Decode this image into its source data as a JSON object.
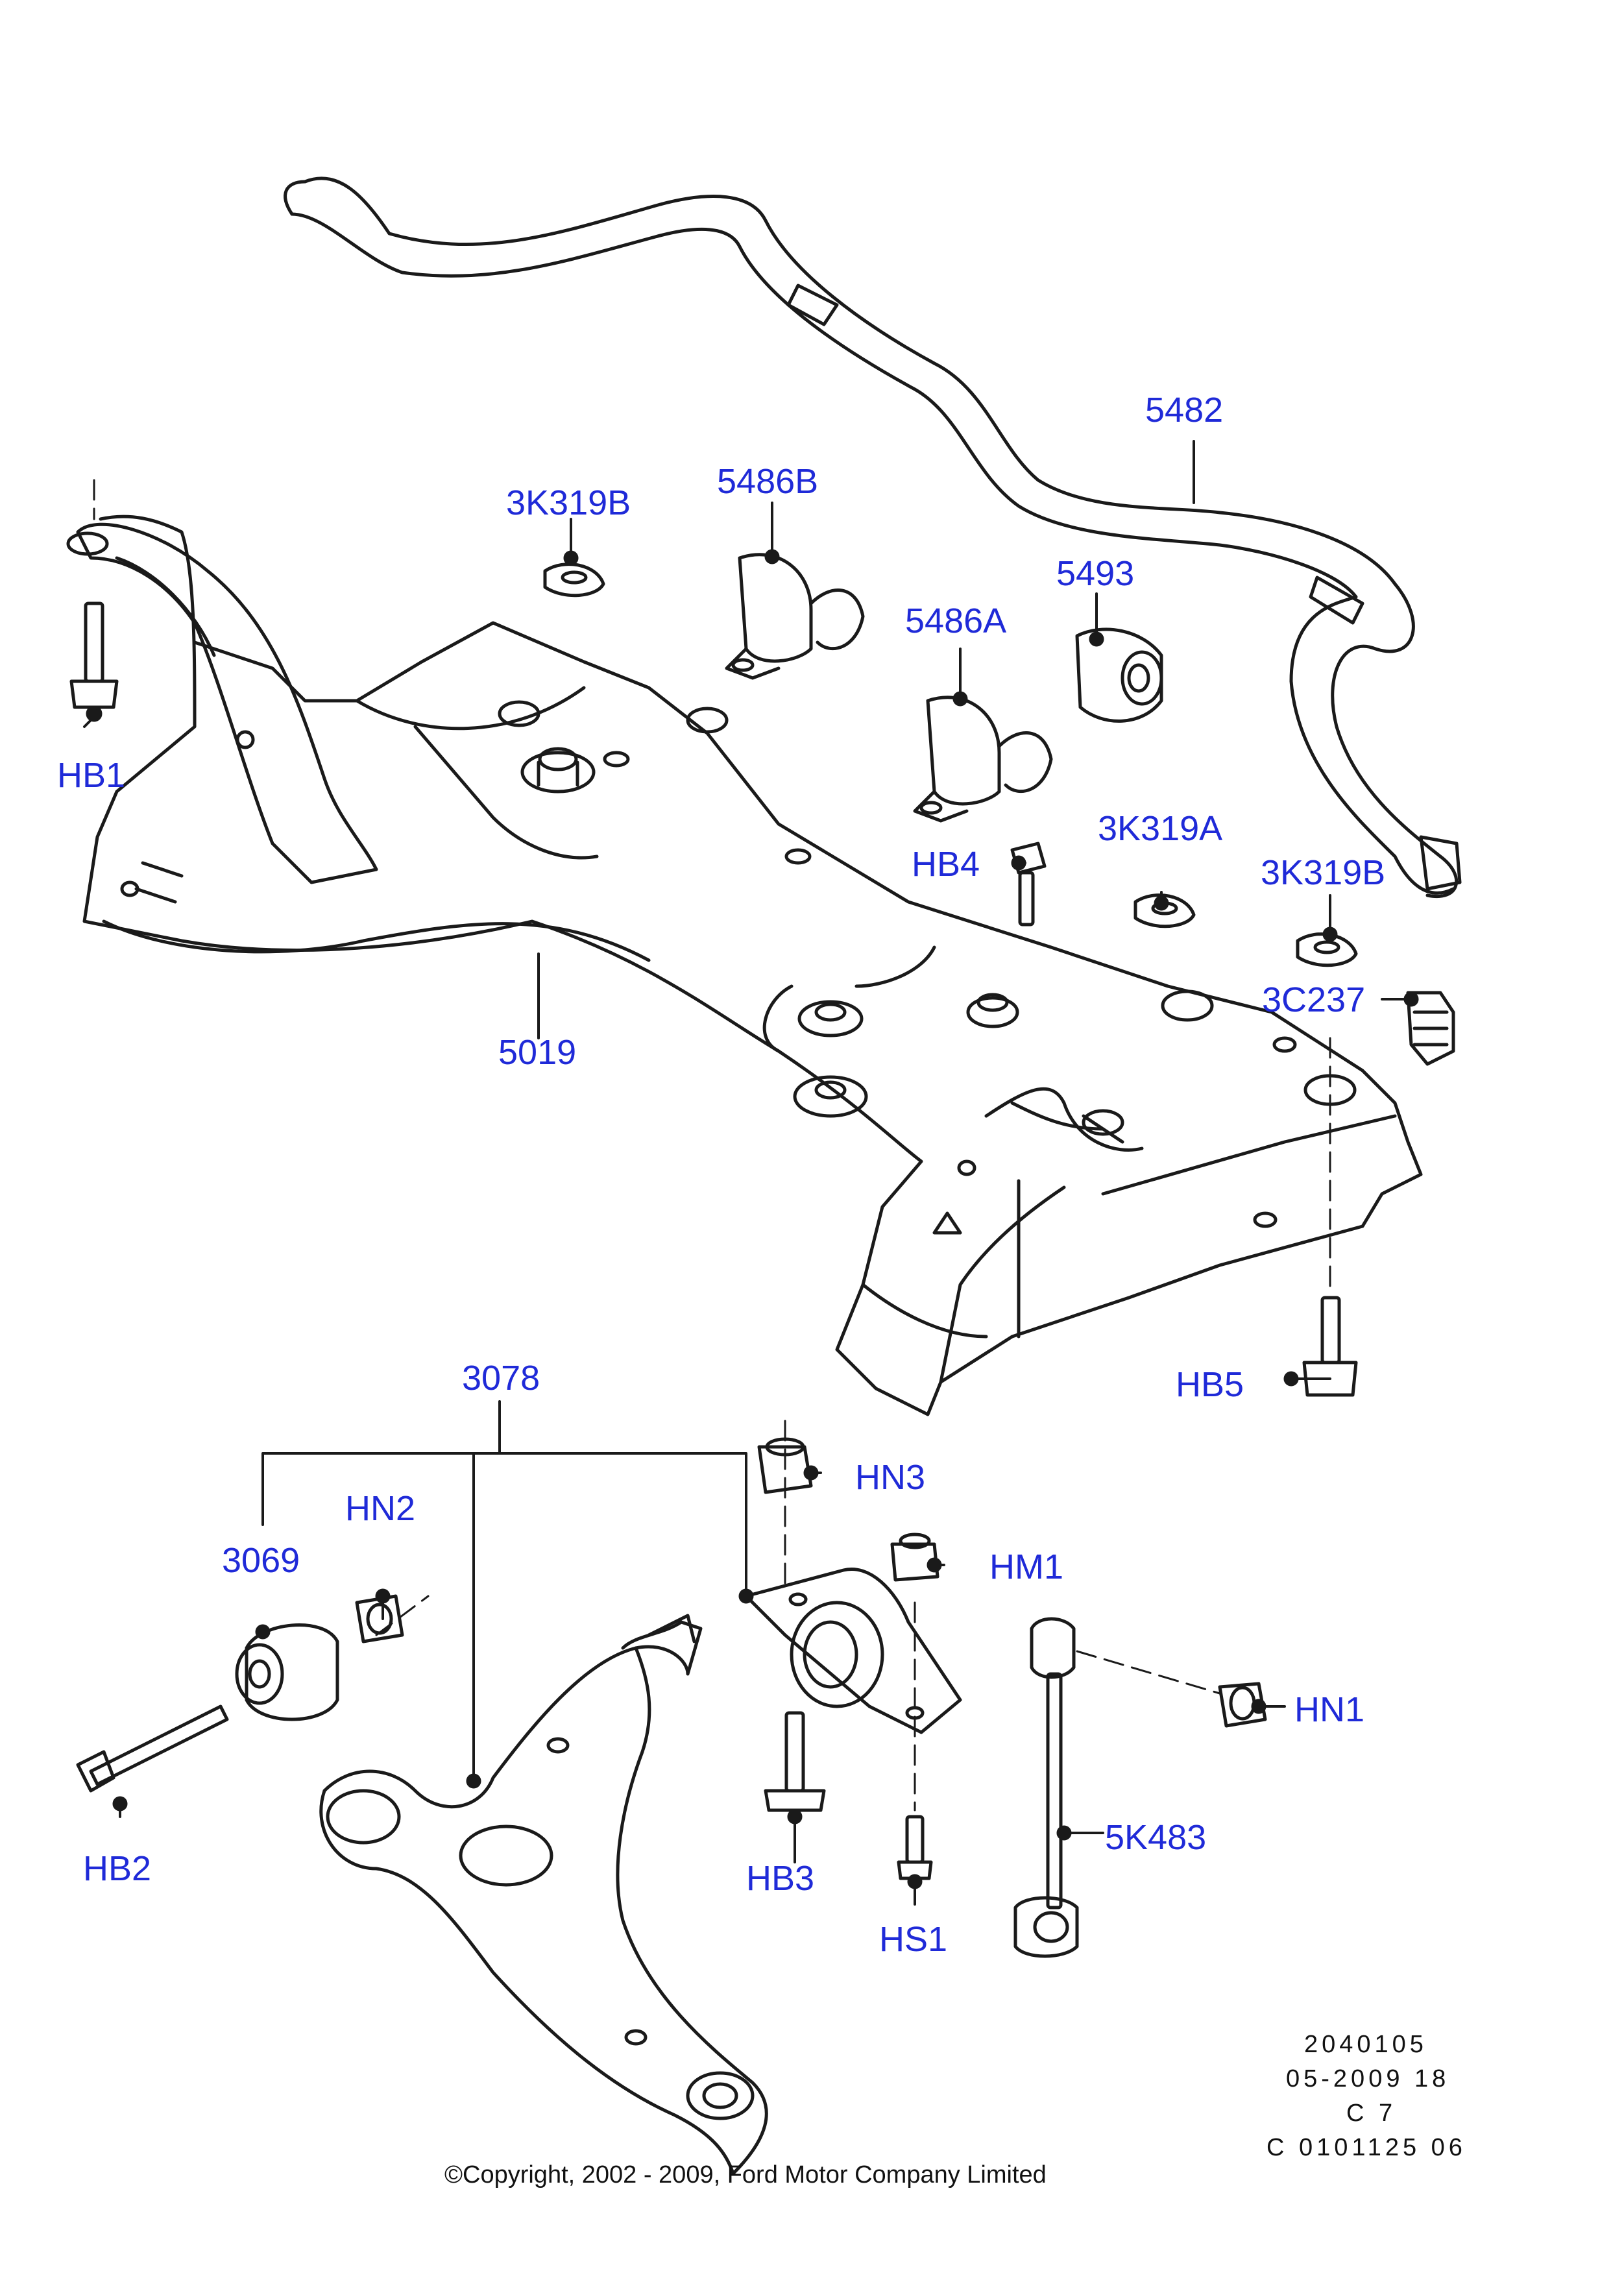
{
  "colors": {
    "label": "#1f2ad8",
    "line": "#1a1a1a",
    "background": "#ffffff"
  },
  "labels": {
    "l_5482": "5482",
    "l_3K319B_top": "3K319B",
    "l_5486B": "5486B",
    "l_5493": "5493",
    "l_5486A": "5486A",
    "l_HB1": "HB1",
    "l_HB4": "HB4",
    "l_3K319A": "3K319A",
    "l_3K319B_right": "3K319B",
    "l_3C237": "3C237",
    "l_5019": "5019",
    "l_HB5": "HB5",
    "l_3078": "3078",
    "l_HN3": "HN3",
    "l_HN2": "HN2",
    "l_3069": "3069",
    "l_HM1": "HM1",
    "l_HN1": "HN1",
    "l_5K483": "5K483",
    "l_HB2": "HB2",
    "l_HB3": "HB3",
    "l_HS1": "HS1"
  },
  "meta": {
    "line1": "2040105",
    "line2": "05-2009 18",
    "line3": "C 7",
    "line4": "C 0101125 06"
  },
  "copyright": "©Copyright, 2002 - 2009, Ford Motor Company Limited"
}
